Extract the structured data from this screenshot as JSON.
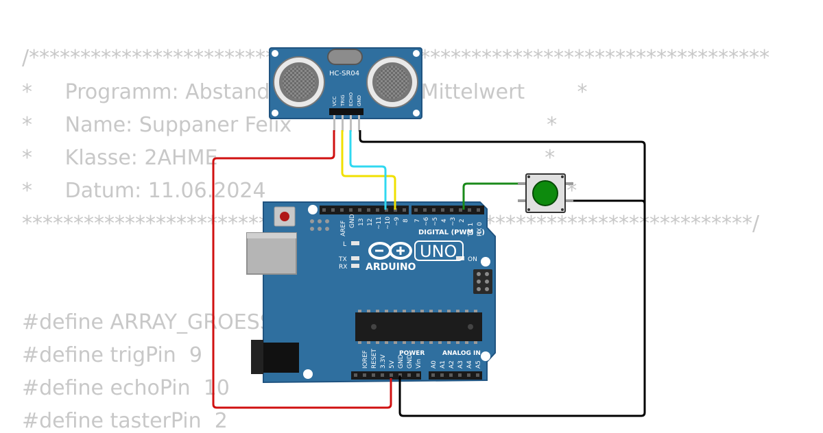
{
  "code_lines": [
    "/************************************************************************",
    "*     Programm: Abstandsmessung mit Mittelwert        *",
    "*     Name: Suppaner Felix                                       *",
    "*     Klasse: 2AHME                                                  *",
    "*     Datum: 11.06.2024                                              *",
    "***********************************************************************/",
    "",
    "",
    "#define ARRAY_GROESSE",
    "#define trigPin  9",
    "#define echoPin  10",
    "#define tasterPin  2"
  ],
  "sensor": {
    "model": "HC-SR04",
    "pins": [
      "VCC",
      "TRIG",
      "ECHO",
      "GND"
    ]
  },
  "arduino": {
    "brand": "ARDUINO",
    "model": "UNO",
    "digital_header": "DIGITAL (PWM ~)",
    "digital_pins": [
      "AREF",
      "GND",
      "13",
      "12",
      "~11",
      "~10",
      "~9",
      "8",
      "7",
      "~6",
      "~5",
      "4",
      "~3",
      "2",
      "TX 1",
      "RX 0"
    ],
    "led_l": "L",
    "led_tx": "TX",
    "led_rx": "RX",
    "led_on": "ON",
    "power_header": "POWER",
    "analog_header": "ANALOG IN",
    "power_pins": [
      "IOREF",
      "RESET",
      "3.3V",
      "5V",
      "GND",
      "GND",
      "Vin"
    ],
    "analog_pins": [
      "A0",
      "A1",
      "A2",
      "A3",
      "A4",
      "A5"
    ]
  },
  "colors": {
    "code_text": "#c8c8c8",
    "board": "#2f6f9f",
    "wire_vcc": "#d01010",
    "wire_trig": "#f0e000",
    "wire_echo": "#30d8f0",
    "wire_gnd": "#000000",
    "wire_button": "#1a8a1a",
    "button_cap": "#0d8a0d"
  }
}
